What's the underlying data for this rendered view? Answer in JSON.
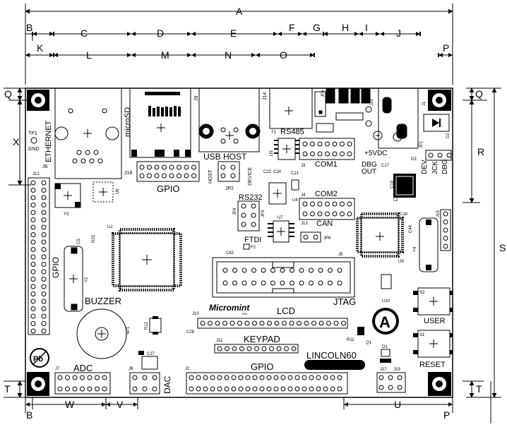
{
  "dims": {
    "A": "A",
    "B": "B",
    "C": "C",
    "D": "D",
    "E": "E",
    "F": "F",
    "G": "G",
    "H": "H",
    "I": "I",
    "J": "J",
    "K": "K",
    "L": "L",
    "M": "M",
    "N": "N",
    "O": "O",
    "P": "P",
    "Q": "Q",
    "R": "R",
    "S": "S",
    "T": "T",
    "U": "U",
    "V": "V",
    "W": "W",
    "X": "X"
  },
  "labels": {
    "ethernet": "ETHERNET",
    "tp1": "TP1",
    "gnd": "GND",
    "microsd": "microSD",
    "j9": "J9",
    "usb_host": "USB HOST",
    "host": "HOST",
    "device": "DEVICE",
    "jp2": "JP2",
    "j18": "J18",
    "gpio_top": "GPIO",
    "j14": "J14",
    "jp5": "JP5",
    "j16": "J16",
    "rs485": "RS485",
    "t1": "T1",
    "u5": "U5",
    "j3": "J3",
    "com1": "COM1",
    "j4": "J4",
    "com2": "COM2",
    "c22": "C22",
    "c24": "C24",
    "c21": "C21",
    "u4": "U4",
    "rs232": "RS232",
    "jp4": "JP4",
    "jp3": "JP3",
    "u7": "U7",
    "j13": "J13",
    "can": "CAN",
    "ftdi": "FTDI",
    "f2": "F2",
    "jp6": "JP6",
    "c62": "C62",
    "j5": "J5",
    "jtag": "JTAG",
    "micromint": "Micromint",
    "usa": "USA",
    "lcd": "LCD",
    "j10": "J10",
    "c28": "C28",
    "keypad": "KEYPAD",
    "j11": "J11",
    "lincoln": "LINCOLN60",
    "gpio_bottom": "GPIO",
    "j2": "J2",
    "adc": "ADC",
    "j7": "J7",
    "dac": "DAC",
    "j8": "J8",
    "c27": "C27",
    "buzzer": "BUZZER",
    "sp1": "SP1",
    "r12": "R12",
    "j12": "J12",
    "gpio_left": "GPIO",
    "u2": "U2",
    "u6": "U6",
    "y3": "Y3",
    "y2": "Y2",
    "c5": "C5",
    "r23": "R23",
    "pb": "Pb",
    "dbg_out": "DBG",
    "dbg_out2": "OUT",
    "plus5vdc": "+5VDC",
    "j1": "J1",
    "d2": "D2",
    "jp1": "JP1",
    "dev": "DEV",
    "jck": "JCK",
    "dbg": "DBG",
    "c17": "C17",
    "d3": "D3",
    "j15": "J15",
    "u9": "U9",
    "c18": "C18",
    "c44": "C44",
    "y4": "Y4",
    "l2": "L2",
    "c19": "C19",
    "s2": "S2",
    "user": "USER",
    "s1": "S1",
    "reset": "RESET",
    "q1": "Q1",
    "d1": "D1",
    "r11": "R11",
    "j17": "J17",
    "j19": "J19",
    "u10": "U10",
    "circle_a": "A"
  }
}
